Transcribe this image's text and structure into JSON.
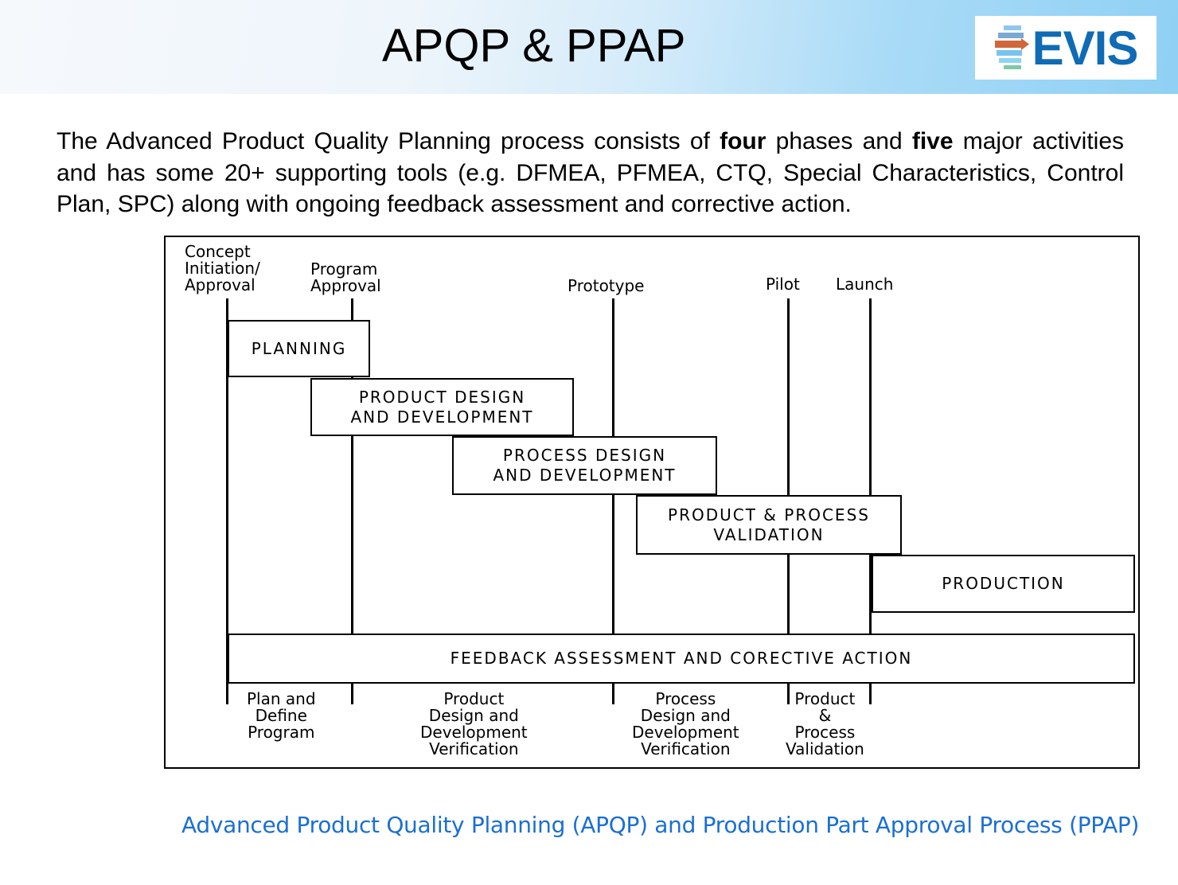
{
  "header": {
    "title": "APQP & PPAP",
    "logo_text": "EVIS"
  },
  "intro": {
    "part1": "The Advanced Product Quality Planning process consists of ",
    "bold1": "four",
    "part2": " phases and ",
    "bold2": "five",
    "part3": " major activities and has some 20+ supporting tools (e.g. DFMEA, PFMEA, CTQ, Special Characteristics, Control Plan, SPC) along with ongoing feedback assessment and corrective action."
  },
  "diagram": {
    "milestones": {
      "concept": "Concept\nInitiation/\nApproval",
      "program": "Program\nApproval",
      "prototype": "Prototype",
      "pilot": "Pilot",
      "launch": "Launch"
    },
    "phases": {
      "planning": "PLANNING",
      "product_design": "PRODUCT DESIGN\nAND DEVELOPMENT",
      "process_design": "PROCESS DESIGN\nAND DEVELOPMENT",
      "validation": "PRODUCT & PROCESS\nVALIDATION",
      "production": "PRODUCTION",
      "feedback": "FEEDBACK ASSESSMENT AND CORECTIVE ACTION"
    },
    "outputs": {
      "plan": "Plan and\nDefine\nProgram",
      "product": "Product\nDesign and\nDevelopment\nVerification",
      "process": "Process\nDesign and\nDevelopment\nVerification",
      "validation": "Product\n&\nProcess\nValidation"
    }
  },
  "caption": "Advanced Product Quality Planning (APQP) and Production Part Approval Process (PPAP)"
}
